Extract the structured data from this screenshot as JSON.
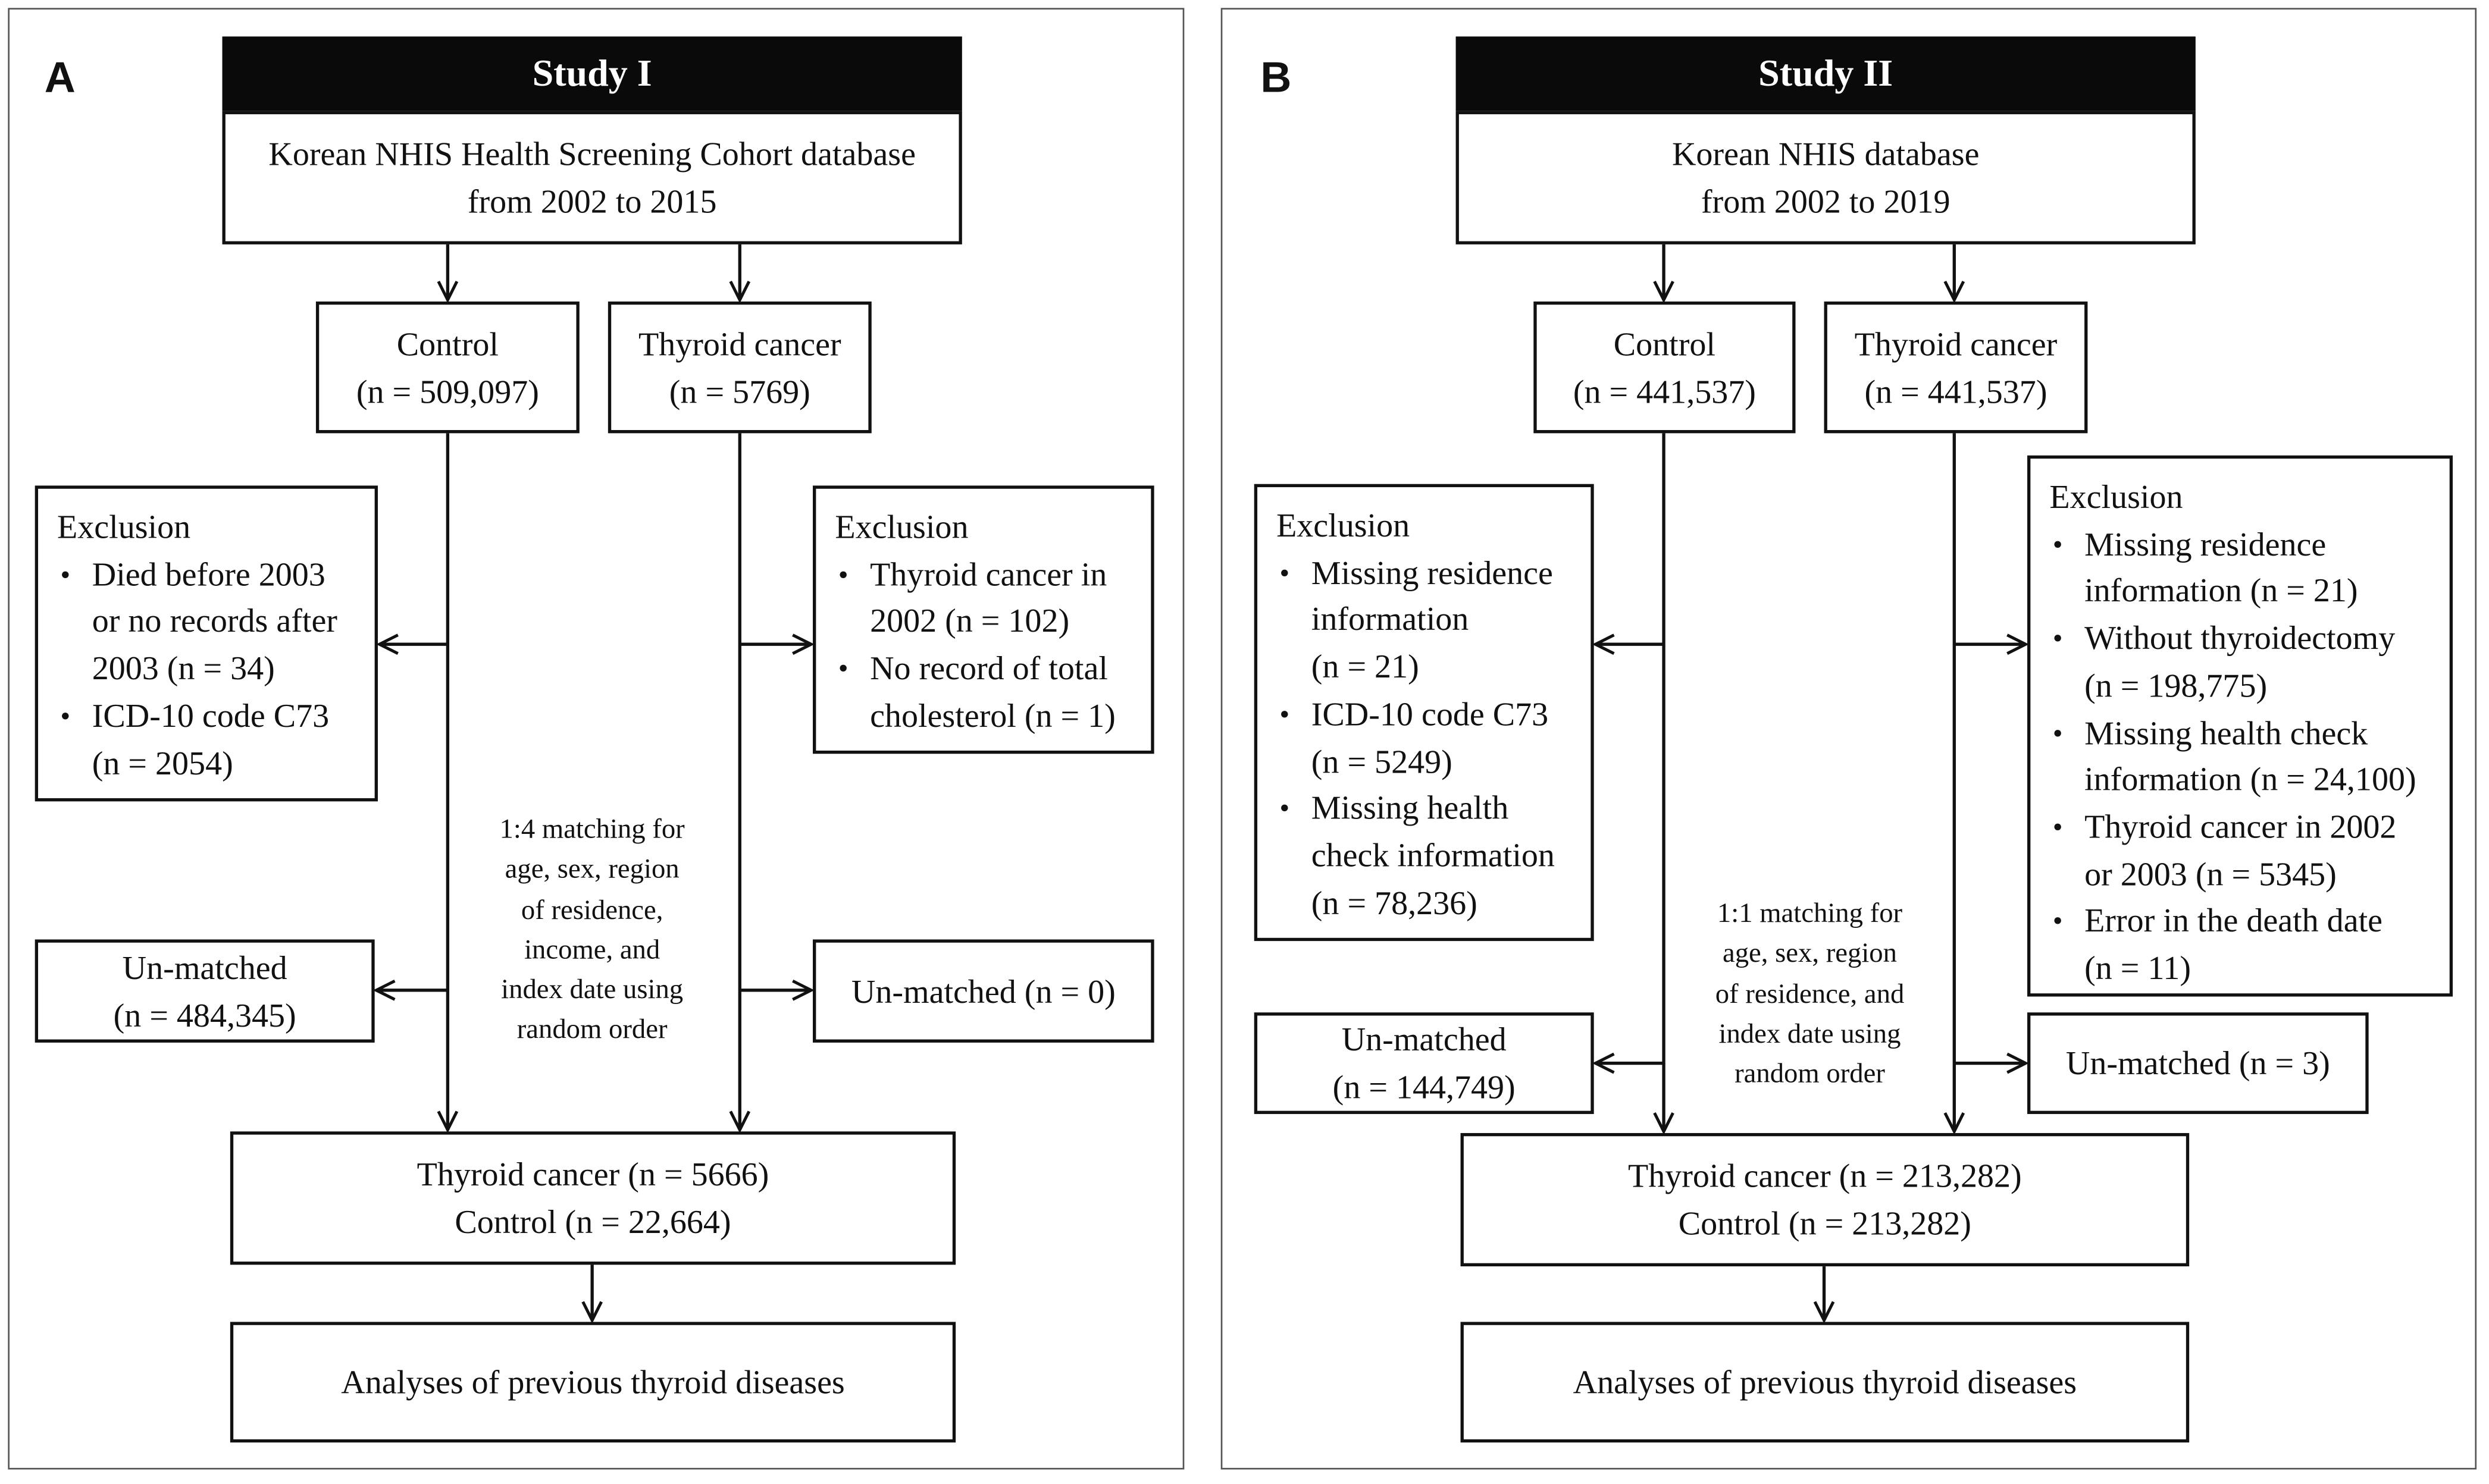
{
  "panel_a": {
    "letter": "A",
    "title": "Study I",
    "source": "Korean NHIS Health Screening Cohort database\nfrom 2002 to 2015",
    "control": "Control\n(n = 509,097)",
    "case": "Thyroid cancer\n(n = 5769)",
    "exclusion_left": {
      "heading": "Exclusion",
      "items": [
        "Died before 2003\nor no records after\n2003 (n = 34)",
        "ICD-10 code C73\n(n = 2054)"
      ]
    },
    "exclusion_right": {
      "heading": "Exclusion",
      "items": [
        "Thyroid cancer in\n2002 (n = 102)",
        "No record of total\ncholesterol (n = 1)"
      ]
    },
    "matching_note": "1:4 matching for\nage, sex, region\nof residence,\nincome, and\nindex date using\nrandom order",
    "unmatched_left": "Un-matched\n(n = 484,345)",
    "unmatched_right": "Un-matched (n = 0)",
    "matched": "Thyroid cancer (n = 5666)\nControl (n = 22,664)",
    "analysis": "Analyses of previous thyroid diseases"
  },
  "panel_b": {
    "letter": "B",
    "title": "Study II",
    "source": "Korean NHIS database\nfrom 2002 to 2019",
    "control": "Control\n(n = 441,537)",
    "case": "Thyroid cancer\n(n = 441,537)",
    "exclusion_left": {
      "heading": "Exclusion",
      "items": [
        "Missing residence\ninformation\n(n = 21)",
        "ICD-10 code C73\n(n = 5249)",
        "Missing health\ncheck information\n(n = 78,236)"
      ]
    },
    "exclusion_right": {
      "heading": "Exclusion",
      "items": [
        "Missing residence\ninformation (n = 21)",
        "Without thyroidectomy\n(n = 198,775)",
        "Missing health check\ninformation (n = 24,100)",
        "Thyroid cancer in 2002\nor 2003 (n = 5345)",
        "Error in the death date\n(n = 11)"
      ]
    },
    "matching_note": "1:1 matching for\nage, sex, region\nof residence, and\nindex date using\nrandom order",
    "unmatched_left": "Un-matched\n(n = 144,749)",
    "unmatched_right": "Un-matched (n = 3)",
    "matched": "Thyroid cancer (n = 213,282)\nControl (n = 213,282)",
    "analysis": "Analyses of previous thyroid diseases"
  }
}
